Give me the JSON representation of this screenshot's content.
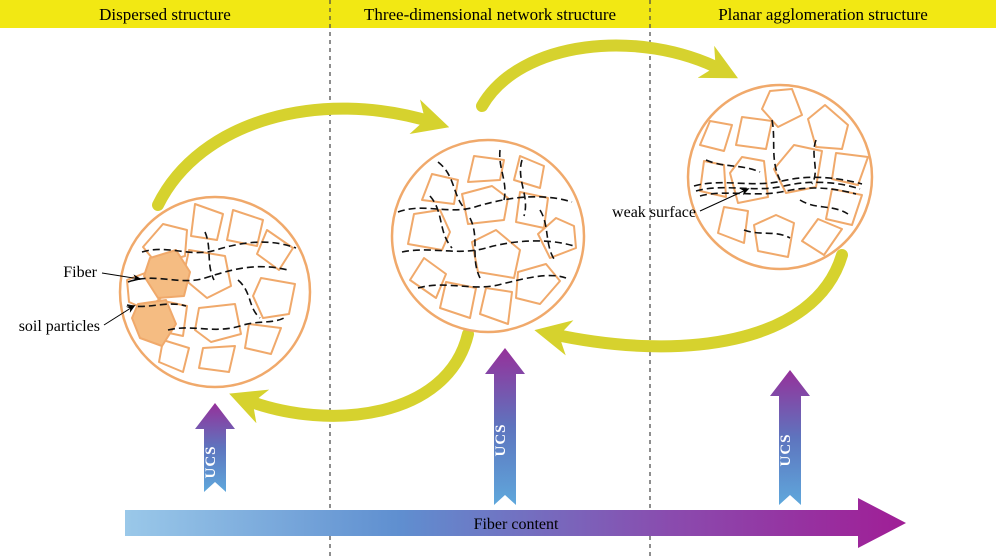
{
  "header": {
    "sections": [
      "Dispersed structure",
      "Three-dimensional network structure",
      "Planar agglomeration structure"
    ]
  },
  "annotations": {
    "fiber": "Fiber",
    "soil_particles": "soil particles",
    "weak_surface": "weak surface"
  },
  "ucs_arrows": [
    {
      "label": "UCS"
    },
    {
      "label": "UCS"
    },
    {
      "label": "UCS"
    }
  ],
  "axis": {
    "label": "Fiber content"
  },
  "colors": {
    "header_yellow": "#F2E813",
    "flow_arrow_yellow": "#D6D22E",
    "particle_stroke": "#F0A96B",
    "particle_fill": "#F5BC82",
    "fiber_line_black": "#111111",
    "ucs_bottom_blue": "#5FA8DC",
    "ucs_top_purple": "#96309A",
    "axis_left_blue": "#9AC8E9",
    "axis_right_magenta": "#A01E96"
  }
}
